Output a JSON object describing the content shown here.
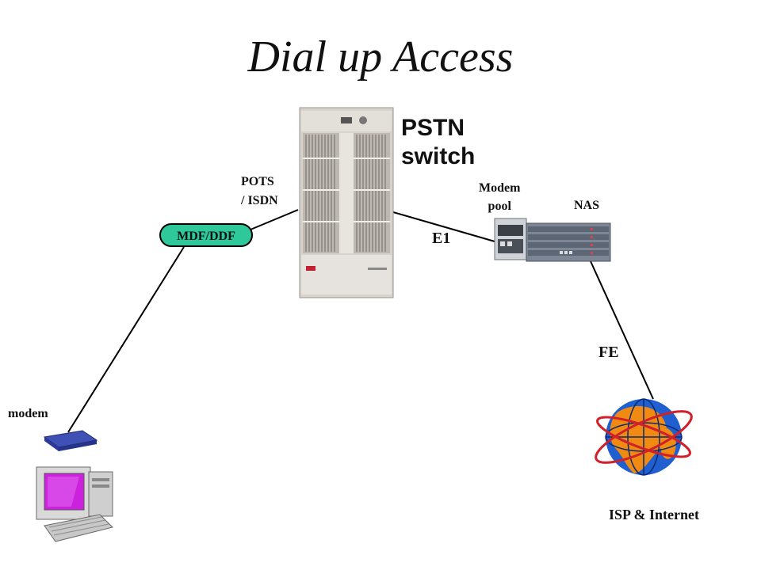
{
  "title": "Dial up Access",
  "nodes": {
    "pstn_switch": "PSTN switch",
    "pstn_line1": "PSTN",
    "pstn_line2": "switch",
    "pots_line1": "POTS",
    "pots_line2": "/ ISDN",
    "mdf": "MDF/DDF",
    "modem_pool_line1": "Modem",
    "modem_pool_line2": "pool",
    "nas": "NAS",
    "modem": "modem",
    "isp": "ISP & Internet"
  },
  "links": {
    "e1": "E1",
    "fe": "FE"
  },
  "colors": {
    "mdf_fill": "#2ec89a",
    "globe_ocean": "#1f5fd0",
    "globe_land": "#f08a12",
    "orbit": "#d0202a"
  }
}
